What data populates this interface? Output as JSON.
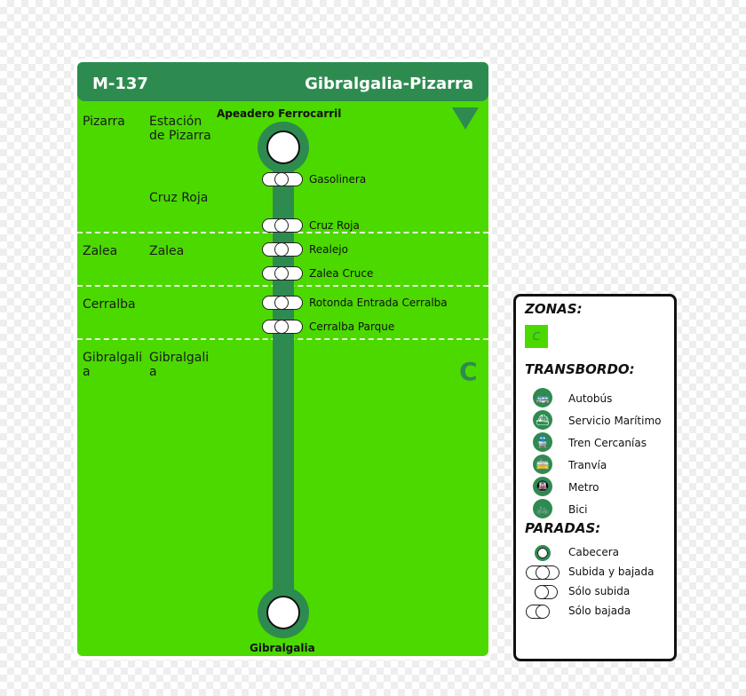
{
  "header": {
    "code": "M-137",
    "route": "Gibralgalia-Pizarra"
  },
  "terminals": {
    "start": "Apeadero Ferrocarril",
    "end": "Gibralgalia"
  },
  "municipios": [
    "Pizarra",
    "Zalea",
    "Cerralba",
    "Gibralgalia"
  ],
  "nucleos": [
    "Estación de Pizarra",
    "Cruz Roja",
    "Zalea",
    "Gibralgalia"
  ],
  "stops": [
    "Gasolinera",
    "Cruz Roja",
    "Realejo",
    "Zalea Cruce",
    "Rotonda Entrada Cerralba",
    "Cerralba Parque"
  ],
  "zone": "C",
  "legend": {
    "zonas_title": "ZONAS:",
    "zona": "C",
    "transbordo_title": "TRANSBORDO:",
    "transbordo": [
      {
        "label": "Autobús",
        "icon": "bus-icon"
      },
      {
        "label": "Servicio Marítimo",
        "icon": "ship-icon"
      },
      {
        "label": "Tren Cercanías",
        "icon": "train-icon"
      },
      {
        "label": "Tranvía",
        "icon": "tram-icon"
      },
      {
        "label": "Metro",
        "icon": "metro-icon"
      },
      {
        "label": "Bici",
        "icon": "bike-icon"
      }
    ],
    "paradas_title": "PARADAS:",
    "paradas": [
      "Cabecera",
      "Subida y bajada",
      "Sólo subida",
      "Sólo bajada"
    ]
  },
  "colors": {
    "zone_green": "#4cd900",
    "line_green": "#2e8b50",
    "header_green": "#2e8b50"
  }
}
